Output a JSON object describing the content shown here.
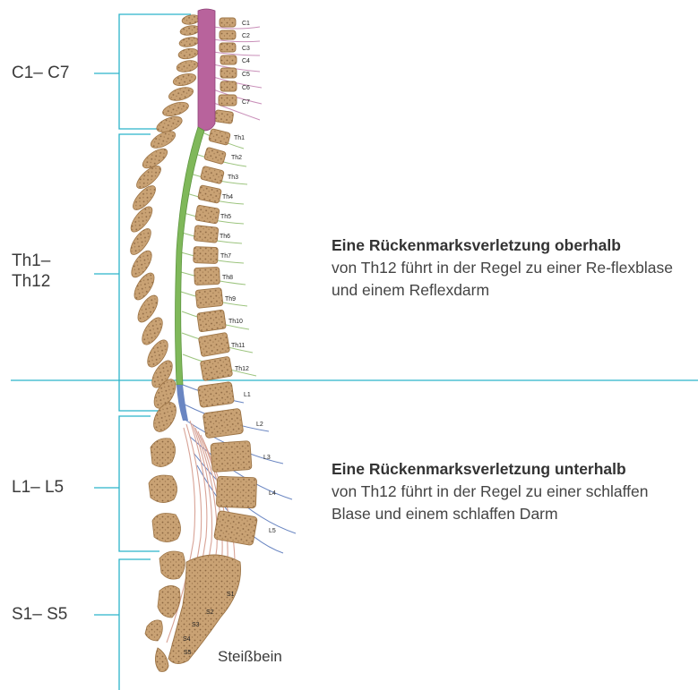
{
  "regions": [
    {
      "id": "cervical",
      "label": "C1– C7"
    },
    {
      "id": "thoracic",
      "label_line1": "Th1–",
      "label_line2": "Th12"
    },
    {
      "id": "lumbar",
      "label": "L1– L5"
    },
    {
      "id": "sacral",
      "label": "S1– S5"
    }
  ],
  "notes": {
    "above": {
      "bold": "Eine Rückenmarksverletzung oberhalb",
      "text": "von Th12 führt in der Regel zu einer Re-flexblase und einem Reflexdarm"
    },
    "below": {
      "bold": "Eine Rückenmarksverletzung unterhalb",
      "text": "von Th12 führt in der Regel zu einer schlaffen Blase und einem schlaffen Darm"
    }
  },
  "coccyx_label": "Steißbein",
  "vertebra_labels": {
    "cervical": [
      "C1",
      "C2",
      "C3",
      "C4",
      "C5",
      "C6",
      "C7"
    ],
    "thoracic": [
      "Th1",
      "Th2",
      "Th3",
      "Th4",
      "Th5",
      "Th6",
      "Th7",
      "Th8",
      "Th9",
      "Th10",
      "Th11",
      "Th12"
    ],
    "lumbar": [
      "L1",
      "L2",
      "L3",
      "L4",
      "L5"
    ],
    "sacral": [
      "S1",
      "S2",
      "S3",
      "S4",
      "S5"
    ]
  },
  "colors": {
    "bracket": "#2bb3c9",
    "bone": "#c8a071",
    "bone_dark": "#8a6540",
    "cord_cervical": "#b8639c",
    "cord_thoracic": "#7fb85a",
    "nerve_lumbar": "#5a78b8",
    "nerve_sacral": "#d4958a"
  }
}
